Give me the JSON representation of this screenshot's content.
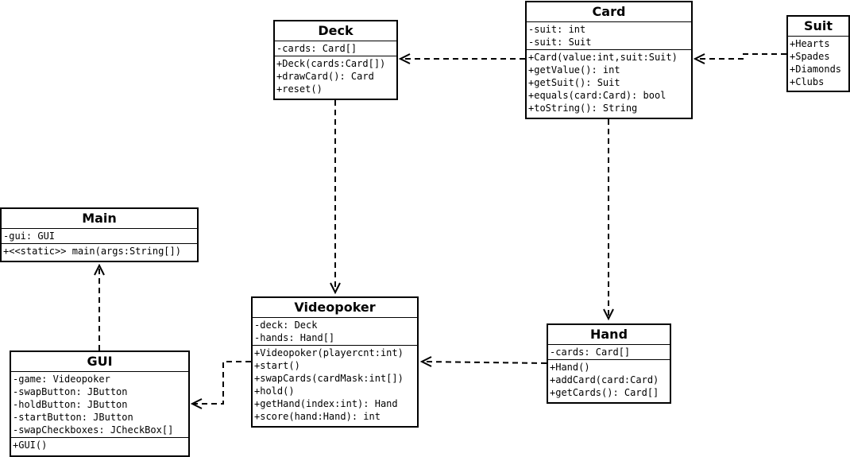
{
  "diagram": {
    "classes": {
      "card": {
        "name": "Card",
        "attributes": [
          "-suit: int",
          "-suit: Suit"
        ],
        "methods": [
          "+Card(value:int,suit:Suit)",
          "+getValue(): int",
          "+getSuit(): Suit",
          "+equals(card:Card): bool",
          "+toString(): String"
        ]
      },
      "deck": {
        "name": "Deck",
        "attributes": [
          "-cards: Card[]"
        ],
        "methods": [
          "+Deck(cards:Card[])",
          "+drawCard(): Card",
          "+reset()"
        ]
      },
      "suit": {
        "name": "Suit",
        "attributes": [
          "+Hearts",
          "+Spades",
          "+Diamonds",
          "+Clubs"
        ],
        "methods": []
      },
      "main": {
        "name": "Main",
        "attributes": [
          "-gui: GUI"
        ],
        "methods": [
          "+<<static>> main(args:String[])"
        ]
      },
      "videopoker": {
        "name": "Videopoker",
        "attributes": [
          "-deck: Deck",
          "-hands: Hand[]"
        ],
        "methods": [
          "+Videopoker(playercnt:int)",
          "+start()",
          "+swapCards(cardMask:int[])",
          "+hold()",
          "+getHand(index:int): Hand",
          "+score(hand:Hand): int"
        ]
      },
      "hand": {
        "name": "Hand",
        "attributes": [
          "-cards: Card[]"
        ],
        "methods": [
          "+Hand()",
          "+addCard(card:Card)",
          "+getCards(): Card[]"
        ]
      },
      "gui": {
        "name": "GUI",
        "attributes": [
          "-game: Videopoker",
          "-swapButton: JButton",
          "-holdButton: JButton",
          "-startButton: JButton",
          "-swapCheckboxes: JCheckBox[]"
        ],
        "methods": [
          "+GUI()"
        ]
      }
    },
    "dependencies": [
      {
        "from": "card",
        "to": "deck"
      },
      {
        "from": "suit",
        "to": "card"
      },
      {
        "from": "deck",
        "to": "videopoker"
      },
      {
        "from": "card",
        "to": "hand"
      },
      {
        "from": "hand",
        "to": "videopoker"
      },
      {
        "from": "videopoker",
        "to": "gui"
      },
      {
        "from": "gui",
        "to": "main"
      }
    ]
  }
}
